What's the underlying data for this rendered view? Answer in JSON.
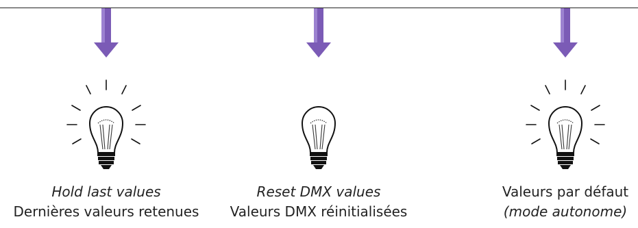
{
  "colors": {
    "arrow": "#7B5BB6",
    "arrow_light": "#9C82D0",
    "line": "#222222"
  },
  "columns": [
    {
      "icon": "lit-bulb-icon",
      "line1": "Hold last values",
      "line2": "Dernières valeurs retenues"
    },
    {
      "icon": "bulb-icon",
      "line1": "Reset DMX values",
      "line2": "Valeurs DMX réinitialisées"
    },
    {
      "icon": "lit-bulb-icon",
      "line1": "Valeurs par défaut",
      "line2": "(mode autonome)"
    }
  ]
}
